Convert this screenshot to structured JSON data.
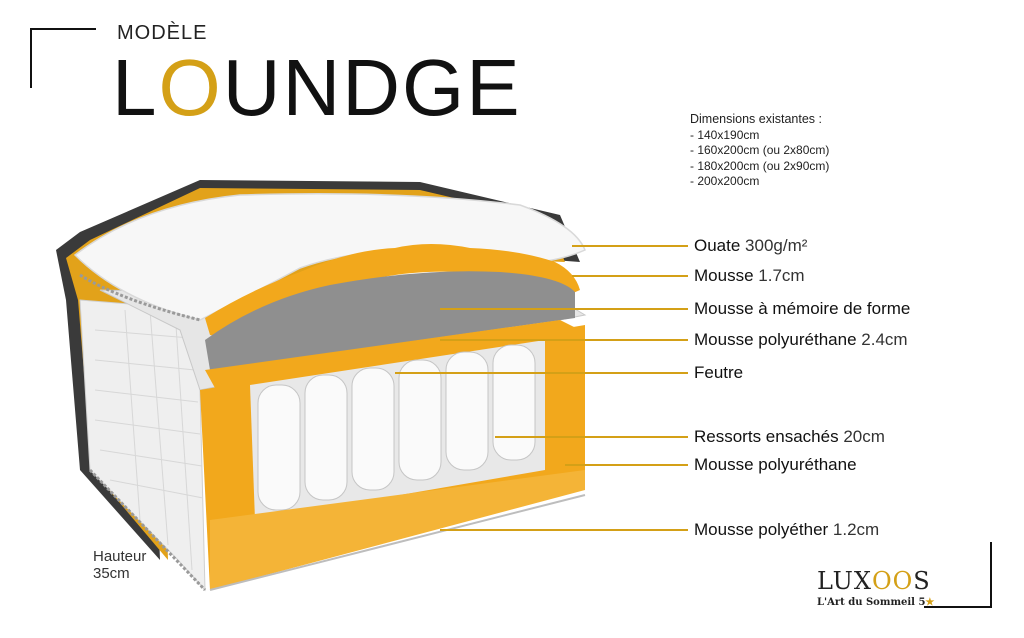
{
  "header": {
    "subtitle": "MODÈLE",
    "title_prefix": "L",
    "title_accent": "O",
    "title_suffix": "UNDGE"
  },
  "dimensions": {
    "title": "Dimensions existantes :",
    "items": [
      "- 140x190cm",
      "- 160x200cm (ou 2x80cm)",
      "- 180x200cm (ou 2x90cm)",
      "- 200x200cm"
    ]
  },
  "layers": [
    {
      "name": "Ouate",
      "value": "300g/m²"
    },
    {
      "name": "Mousse",
      "value": "1.7cm"
    },
    {
      "name": "Mousse à mémoire de forme",
      "value": ""
    },
    {
      "name": "Mousse polyuréthane",
      "value": "2.4cm"
    },
    {
      "name": "Feutre",
      "value": ""
    },
    {
      "name": "Ressorts ensachés",
      "value": "20cm"
    },
    {
      "name": "Mousse polyuréthane",
      "value": ""
    },
    {
      "name": "Mousse polyéther",
      "value": "1.2cm"
    }
  ],
  "height": {
    "label": "Hauteur",
    "value": "35cm"
  },
  "logo": {
    "brand_prefix": "LUX",
    "brand_accent": "OO",
    "brand_suffix": "S",
    "tagline": "L'Art du Sommeil 5",
    "star": "★"
  },
  "colors": {
    "accent": "#d4a017",
    "foam": "#f2a81c",
    "memory_foam": "#8f8f8f",
    "fabric": "#f4f4f4",
    "dark_layer": "#3a3a3a"
  }
}
